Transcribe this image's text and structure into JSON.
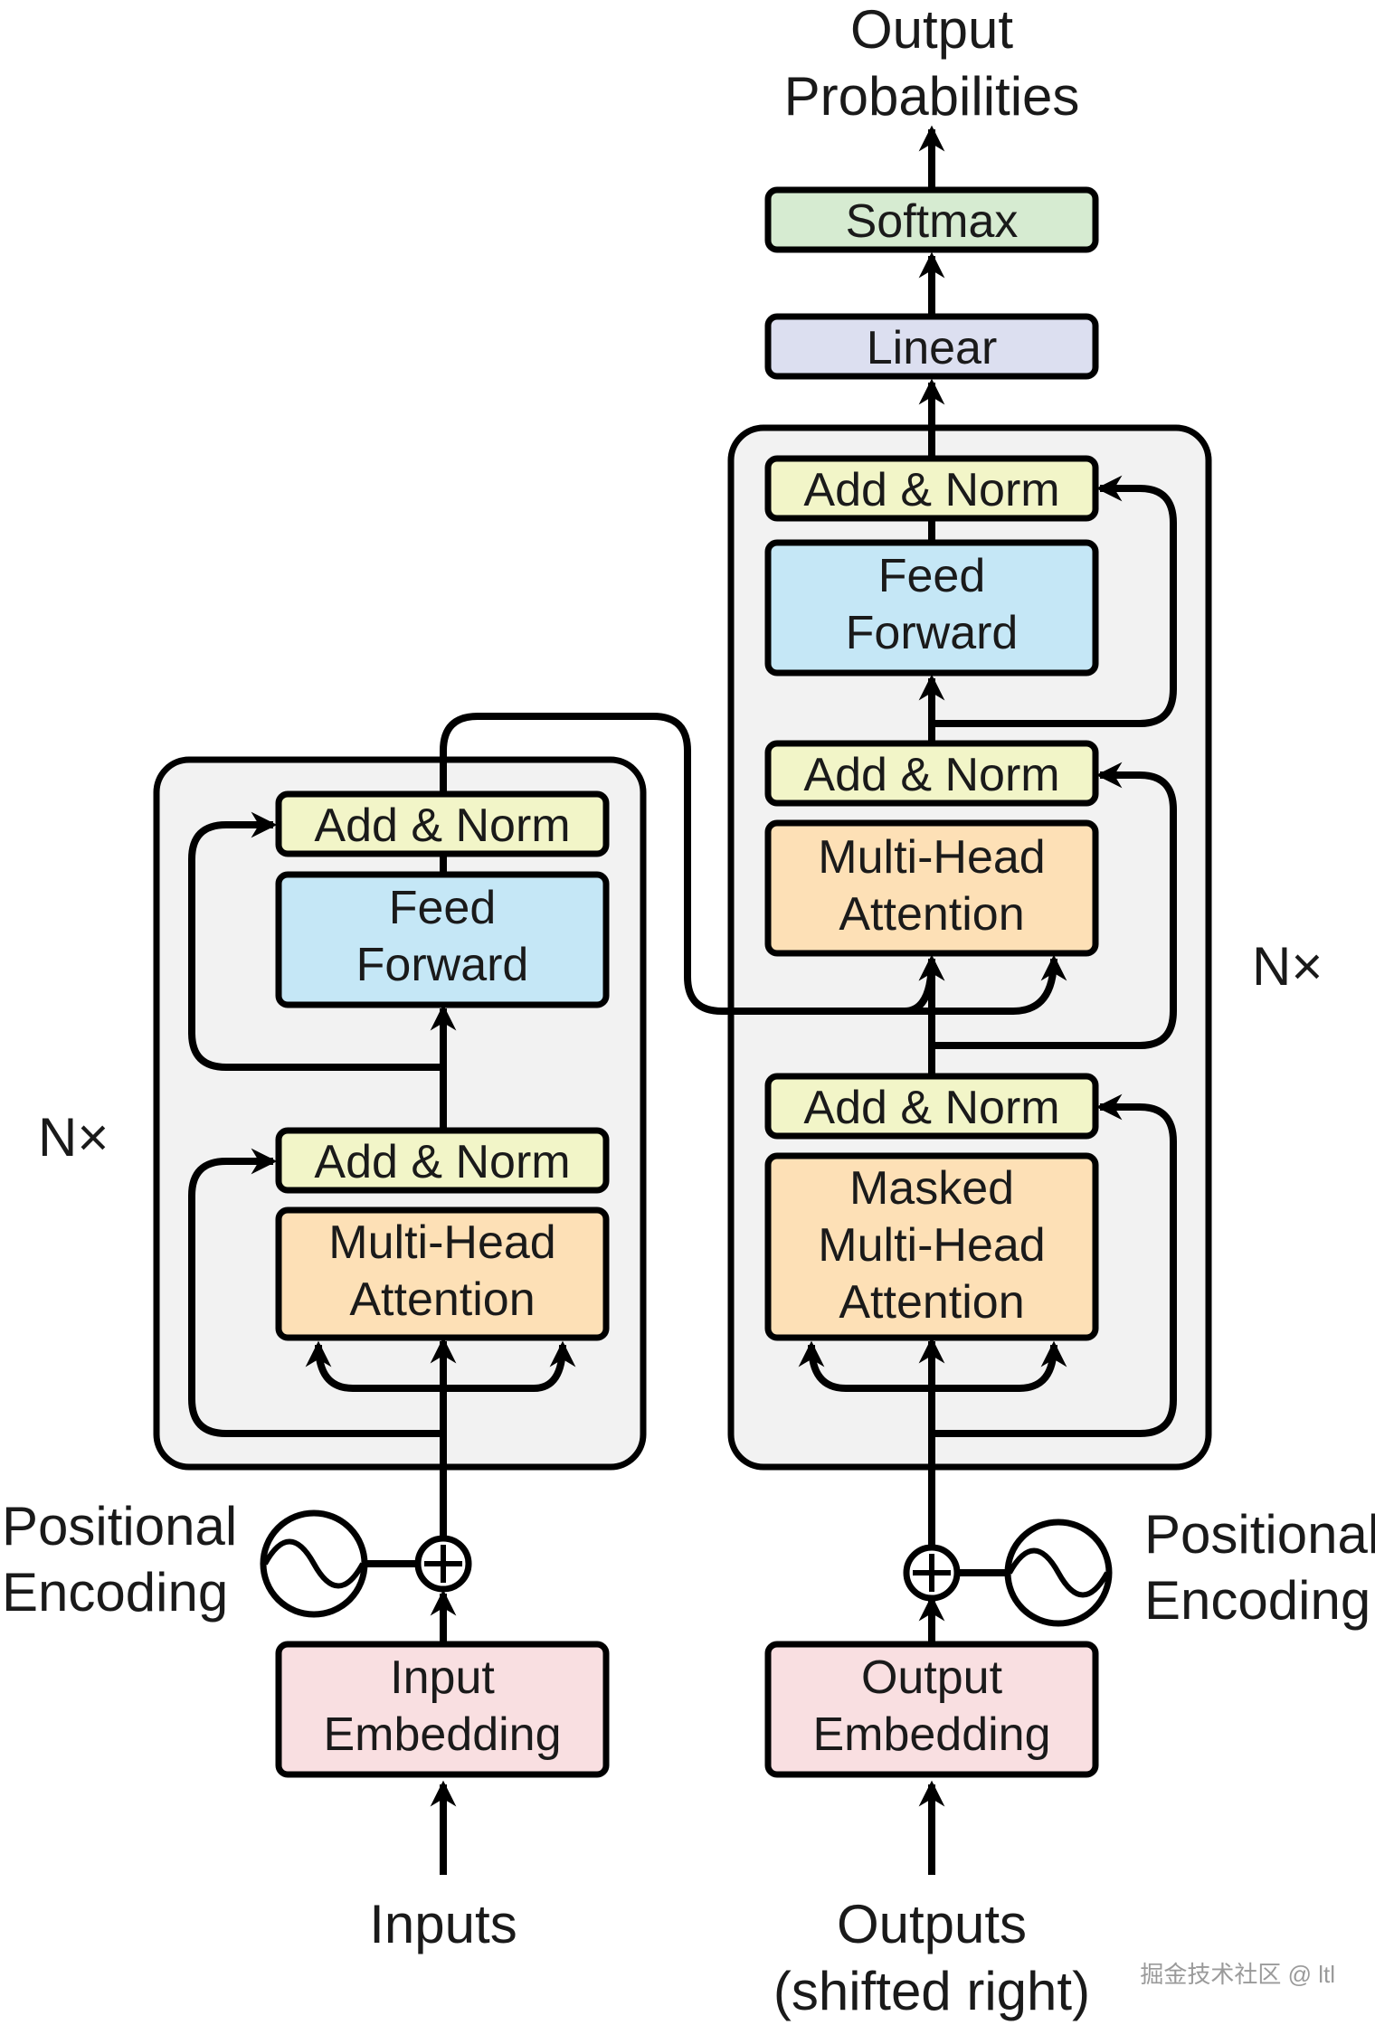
{
  "encoder": {
    "add_norm_1": "Add & Norm",
    "feed_forward": [
      "Feed",
      "Forward"
    ],
    "add_norm_2": "Add & Norm",
    "multi_head_attention": [
      "Multi-Head",
      "Attention"
    ],
    "nx": "N×",
    "positional_encoding": [
      "Positional",
      "Encoding"
    ],
    "input_embedding": [
      "Input",
      "Embedding"
    ],
    "inputs": "Inputs"
  },
  "decoder": {
    "output_probabilities": [
      "Output",
      "Probabilities"
    ],
    "softmax": "Softmax",
    "linear": "Linear",
    "add_norm_top": "Add & Norm",
    "feed_forward": [
      "Feed",
      "Forward"
    ],
    "add_norm_mid": "Add & Norm",
    "multi_head_attention": [
      "Multi-Head",
      "Attention"
    ],
    "add_norm_bottom": "Add & Norm",
    "masked_multi_head_attention": [
      "Masked",
      "Multi-Head",
      "Attention"
    ],
    "nx": "N×",
    "positional_encoding": [
      "Positional",
      "Encoding"
    ],
    "output_embedding": [
      "Output",
      "Embedding"
    ],
    "outputs": [
      "Outputs",
      "(shifted right)"
    ]
  },
  "watermark": "掘金技术社区 @ ltl",
  "colors": {
    "add_norm": "#f2f5c8",
    "feed_forward": "#c5e7f6",
    "attention": "#fde0b6",
    "embedding": "#f9dfe1",
    "softmax": "#d6ebd1",
    "linear": "#dcdff0",
    "stack_background": "#f2f2f2"
  }
}
